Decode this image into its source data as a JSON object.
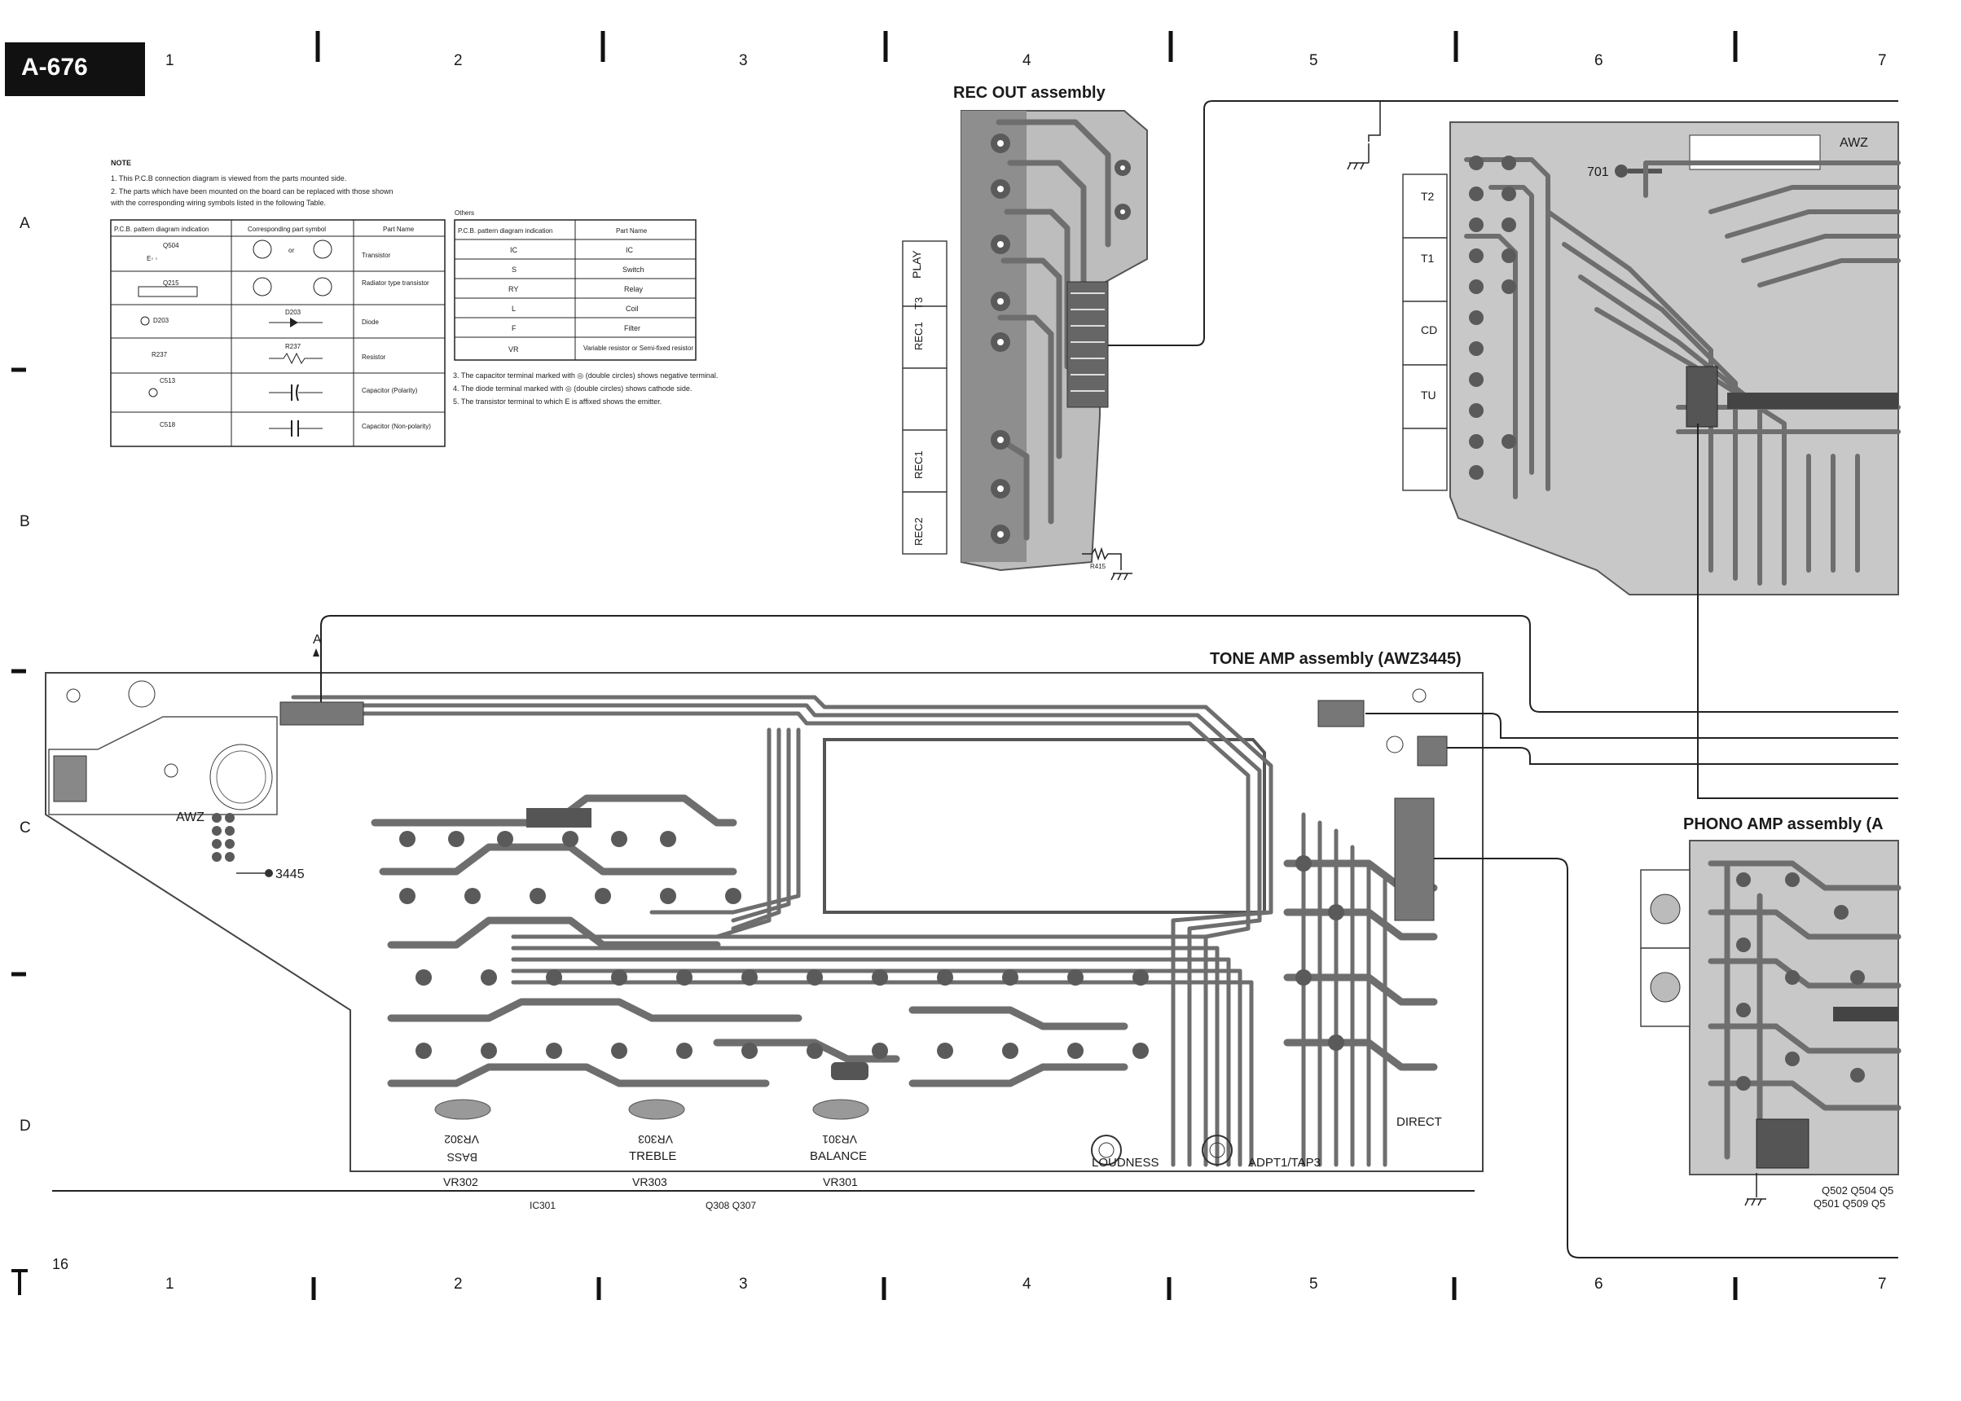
{
  "sheet": {
    "model": "A-676",
    "page_number": "16",
    "column_labels": [
      "1",
      "2",
      "3",
      "4",
      "5",
      "6",
      "7"
    ],
    "row_labels": [
      "A",
      "B",
      "C",
      "D"
    ]
  },
  "notes": {
    "heading": "NOTE",
    "items": [
      "1.  This P.C.B connection diagram is viewed from the parts mounted side.",
      "2.  The parts which have been mounted on the board can be replaced with those shown",
      "     with the corresponding wiring symbols listed in the following Table."
    ],
    "items_after": [
      "3.  The capacitor terminal marked with ◎ (double circles) shows negative terminal.",
      "4.  The diode terminal marked with ◎ (double circles) shows cathode side.",
      "5.  The transistor terminal to which E is affixed shows the emitter."
    ]
  },
  "symbol_table": {
    "headers": [
      "P.C.B. pattern diagram indication",
      "Corresponding part symbol",
      "Part Name"
    ],
    "rows": [
      {
        "ref": "Q504",
        "part": "Transistor"
      },
      {
        "ref": "Q215",
        "part": "Radiator type transistor"
      },
      {
        "ref": "D203",
        "part": "Diode"
      },
      {
        "ref": "R237",
        "part": "Resistor"
      },
      {
        "ref": "C513",
        "part": "Capacitor (Polarity)"
      },
      {
        "ref": "C518",
        "part": "Capacitor (Non-polarity)"
      }
    ]
  },
  "others_table": {
    "caption": "Others",
    "headers": [
      "P.C.B. pattern diagram indication",
      "Part Name"
    ],
    "rows": [
      [
        "IC",
        "IC"
      ],
      [
        "S",
        "Switch"
      ],
      [
        "RY",
        "Relay"
      ],
      [
        "L",
        "Coil"
      ],
      [
        "F",
        "Filter"
      ],
      [
        "VR",
        "Variable resistor or Semi-fixed resistor"
      ]
    ]
  },
  "assemblies": {
    "rec_out": {
      "title": "REC OUT assembly",
      "labels": [
        "PLAY",
        "T3",
        "REC1",
        "REC1",
        "REC2",
        "R415"
      ]
    },
    "tone_amp": {
      "title": "TONE AMP assembly (AWZ3445)",
      "labels": [
        "AWZ",
        "3445",
        "A",
        "BASS",
        "TREBLE",
        "BALANCE",
        "LOUDNESS",
        "ADPT1/TAP3",
        "DIRECT",
        "VR302",
        "VR303",
        "VR301"
      ],
      "bottom_refs": [
        "VR302",
        "VR303",
        "VR301",
        "IC301",
        "Q308 Q307"
      ]
    },
    "main": {
      "labels": [
        "701",
        "AWZ",
        "T2",
        "T1",
        "CD",
        "TU"
      ]
    },
    "phono_amp": {
      "title": "PHONO AMP assembly (A",
      "bottom_refs": [
        "Q502  Q504  Q5",
        "Q501    Q509  Q5"
      ]
    }
  },
  "colors": {
    "ink": "#1a1a1a",
    "trace": "#6e6e6e",
    "board_fill": "#9a9a9a"
  }
}
